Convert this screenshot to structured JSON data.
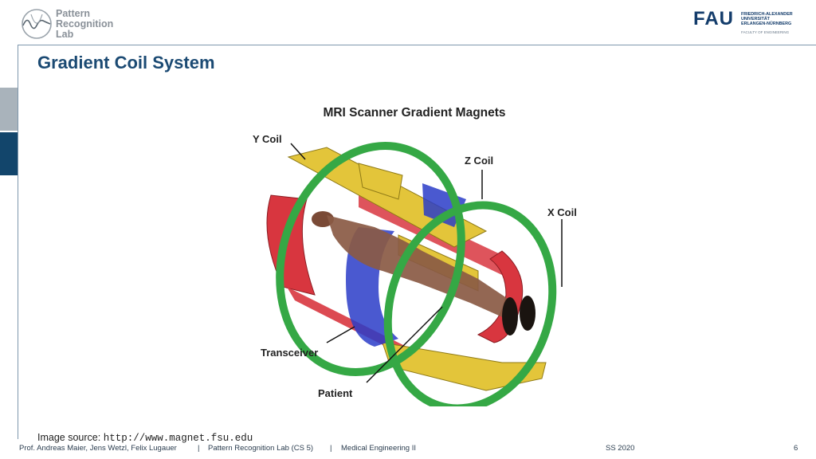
{
  "header": {
    "lab_name_lines": [
      "Pattern",
      "Recognition",
      "Lab"
    ],
    "university_logo_text": "FAU",
    "university_lines": [
      "FRIEDRICH-ALEXANDER",
      "UNIVERSITÄT",
      "ERLANGEN-NÜRNBERG"
    ],
    "faculty": "FACULTY OF ENGINEERING"
  },
  "slide": {
    "title": "Gradient Coil System"
  },
  "figure": {
    "title": "MRI Scanner Gradient Magnets",
    "labels": {
      "y_coil": "Y Coil",
      "z_coil": "Z Coil",
      "x_coil": "X Coil",
      "transceiver": "Transceiver",
      "patient": "Patient"
    },
    "colors": {
      "y_coil": "#e3c53a",
      "z_coil": "#35a845",
      "x_coil": "#d8363f",
      "transceiver": "#2a3cc8"
    }
  },
  "image_source": {
    "label": "Image source:",
    "url": "http://www.magnet.fsu.edu"
  },
  "footer": {
    "authors": "Prof. Andreas Maier, Jens Wetzl, Felix Lugauer",
    "sep1": "|",
    "lab": "Pattern Recognition Lab (CS 5)",
    "sep2": "|",
    "course": "Medical Engineering II",
    "semester": "SS 2020",
    "page": "6"
  }
}
